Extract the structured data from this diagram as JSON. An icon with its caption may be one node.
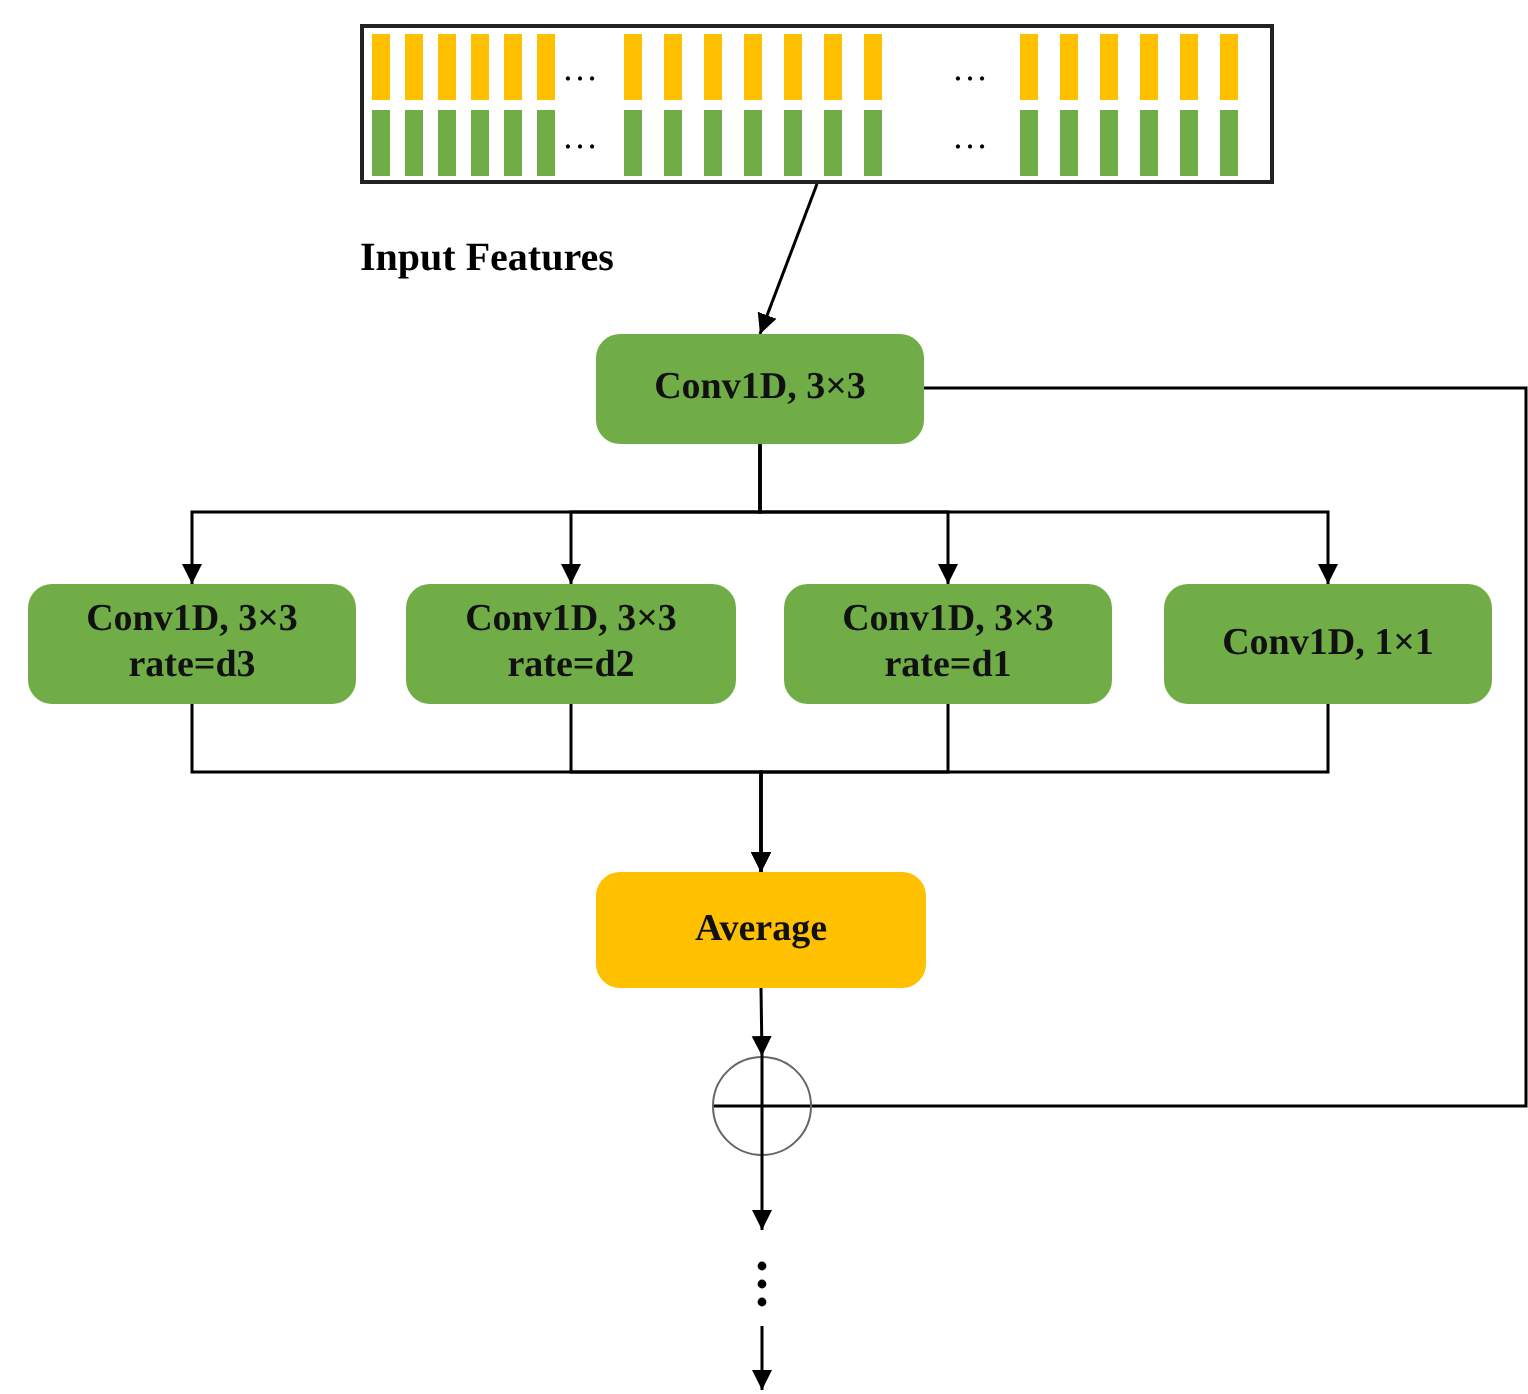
{
  "diagram": {
    "nodes": [
      {
        "text": [],
        "shape": "box"
      },
      {
        "text": [
          "Conv1D, 3×3"
        ]
      },
      {
        "text": [
          "Conv1D, 3×3 rate=d3"
        ]
      },
      {
        "text": [
          "Conv1D, 3×3 rate=d2"
        ]
      },
      {
        "text": [
          "Conv1D, 3×3 rate=d1"
        ]
      },
      {
        "text": [
          "Conv1D, 1×1"
        ]
      },
      {
        "text": [
          "Average"
        ]
      },
      {
        "text": [],
        "shape": "circle"
      }
    ],
    "edges": [
      {
        "from": 0,
        "to": 1,
        "arrow": "to",
        "label": "Input Features"
      },
      {
        "from": 1,
        "to": 2,
        "arrow": "to"
      },
      {
        "from": 1,
        "to": 3,
        "arrow": "to"
      },
      {
        "from": 1,
        "to": 4,
        "arrow": "to"
      },
      {
        "from": 1,
        "to": 5,
        "arrow": "to"
      },
      {
        "from": 2,
        "to": 6,
        "arrow": "to"
      },
      {
        "from": 3,
        "to": 6,
        "arrow": "to"
      },
      {
        "from": 4,
        "to": 6,
        "arrow": "to"
      },
      {
        "from": 5,
        "to": 6,
        "arrow": "to"
      },
      {
        "from": 6,
        "to": 7,
        "arrow": "to"
      },
      {
        "from": 1,
        "to": 7,
        "arrow": "none"
      },
      {
        "from": 7,
        "to": null,
        "arrow": "to"
      }
    ],
    "labels": [
      "…",
      "…",
      "…",
      "…"
    ]
  }
}
